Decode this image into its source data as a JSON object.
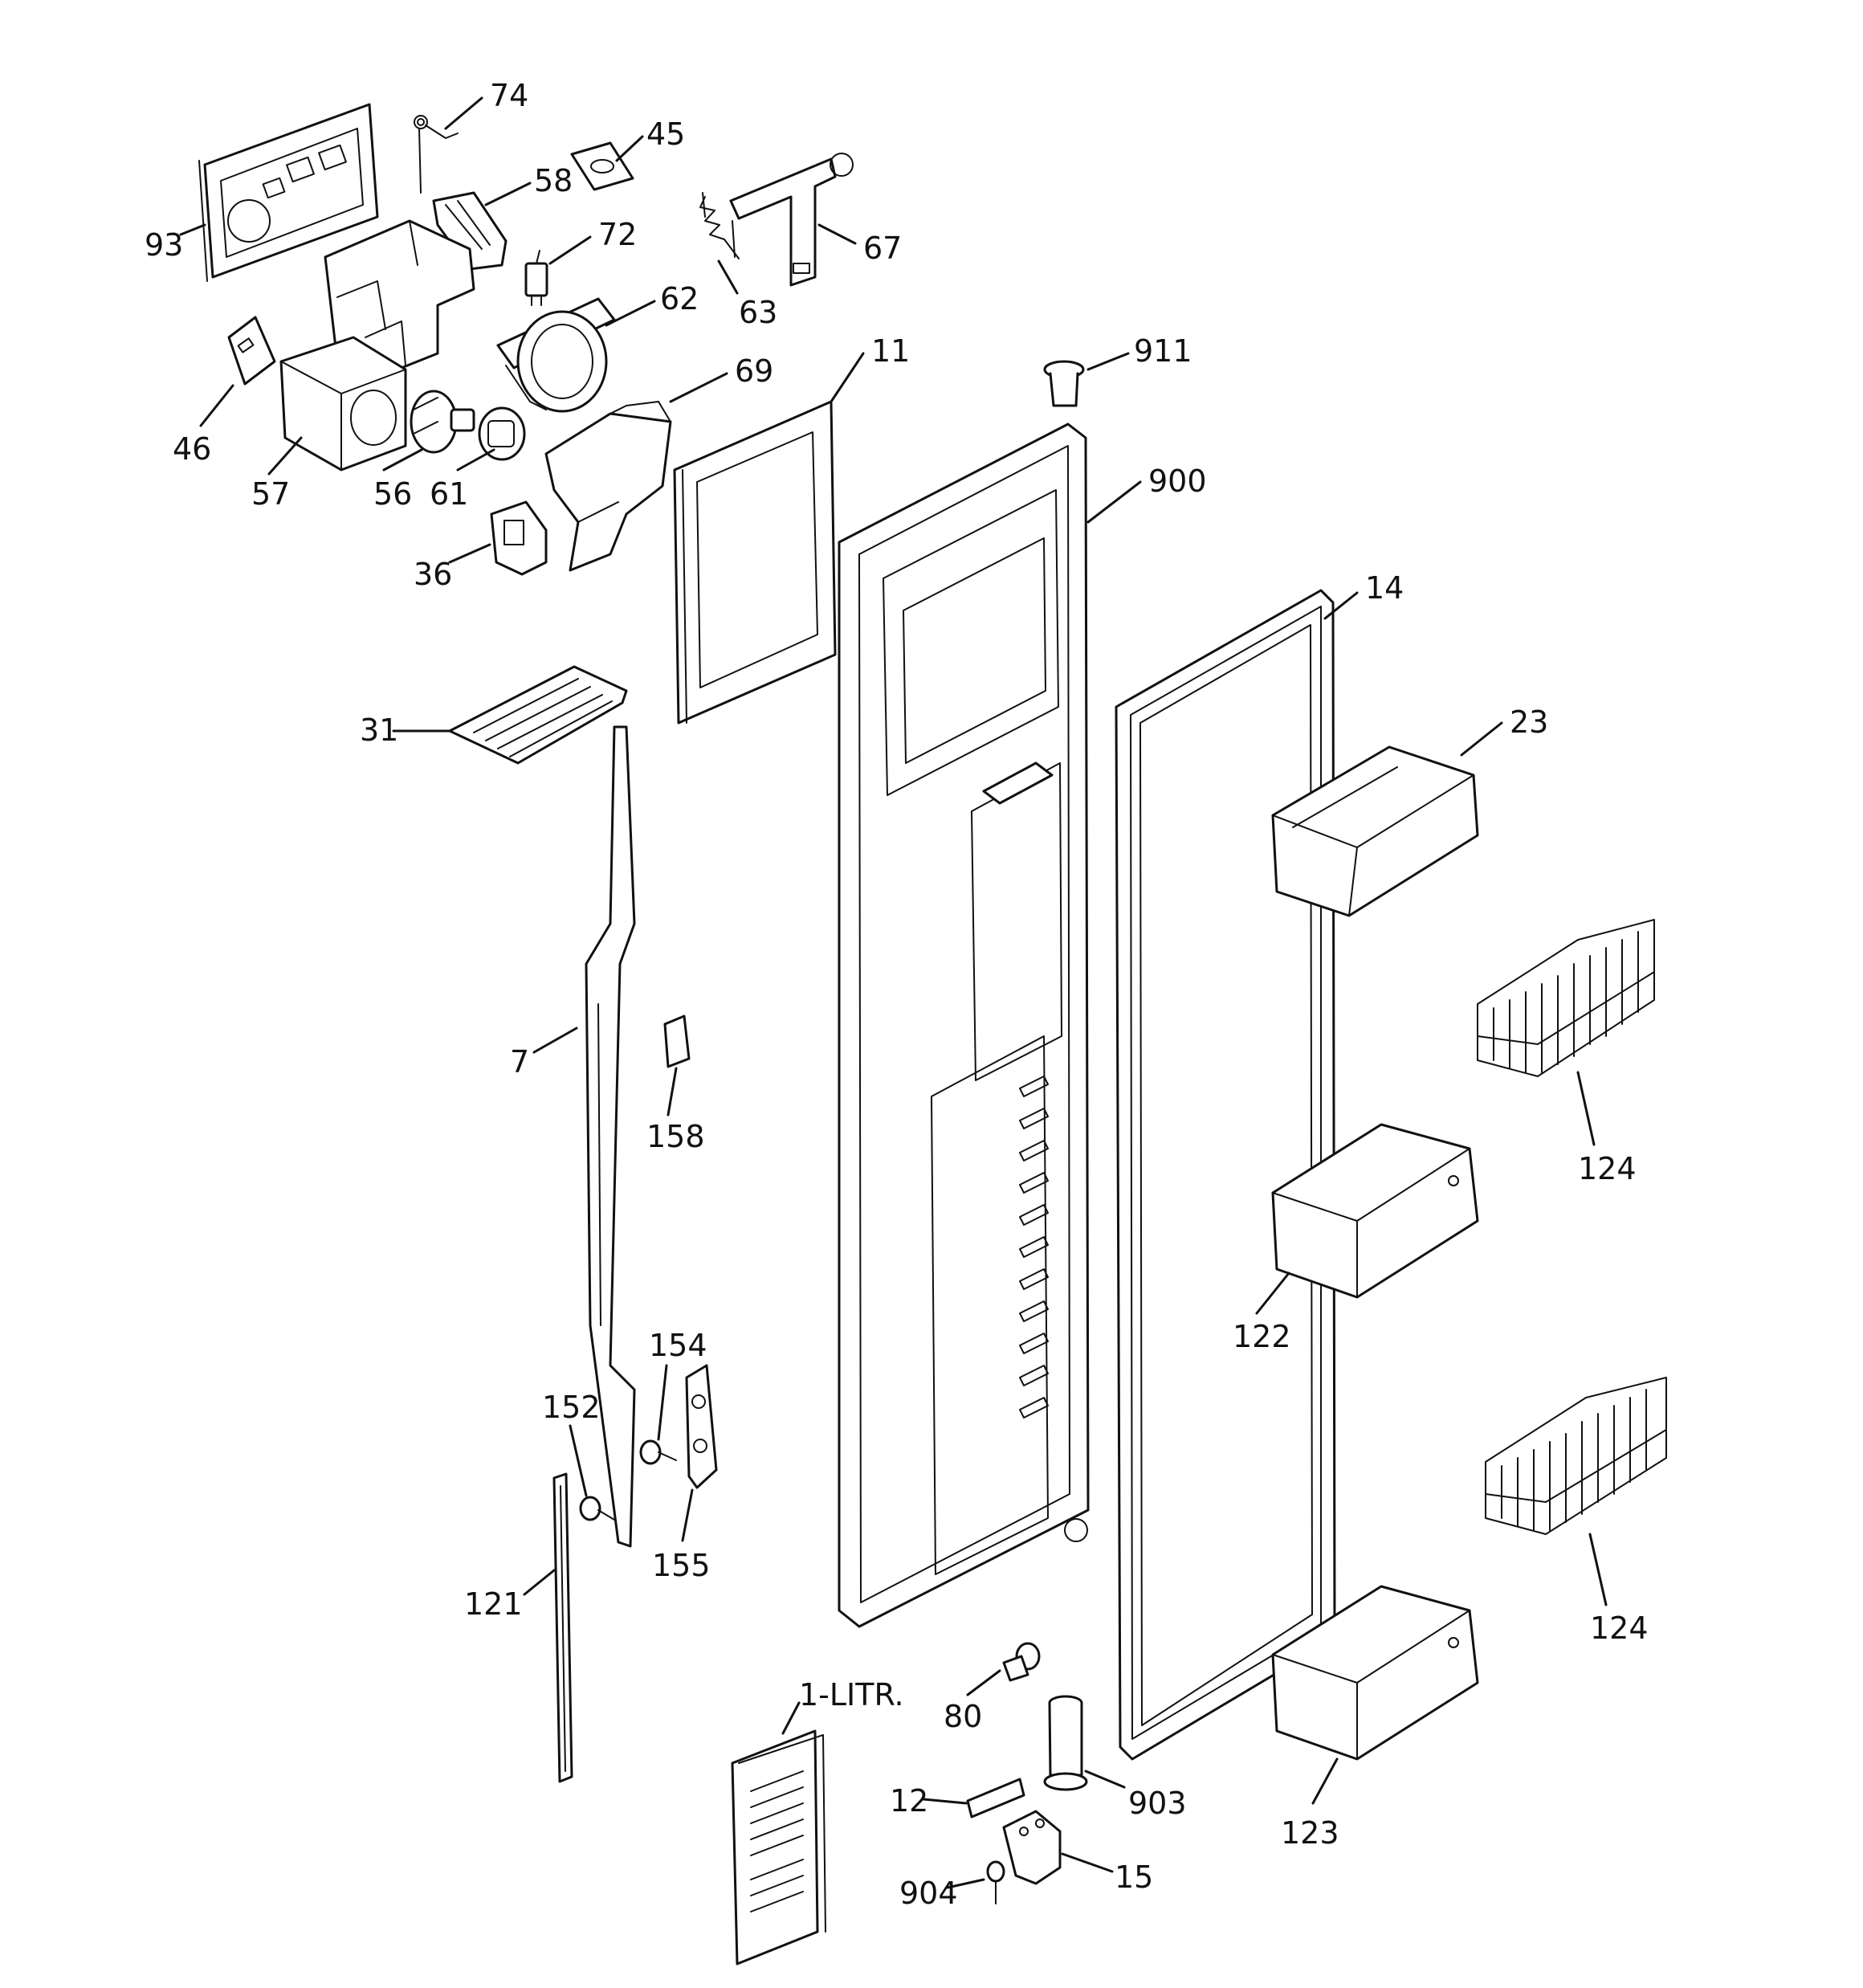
{
  "callouts": [
    {
      "id": "74",
      "text": "74"
    },
    {
      "id": "45",
      "text": "45"
    },
    {
      "id": "58",
      "text": "58"
    },
    {
      "id": "93",
      "text": "93"
    },
    {
      "id": "72",
      "text": "72"
    },
    {
      "id": "67",
      "text": "67"
    },
    {
      "id": "63",
      "text": "63"
    },
    {
      "id": "62",
      "text": "62"
    },
    {
      "id": "11",
      "text": "11"
    },
    {
      "id": "911",
      "text": "911"
    },
    {
      "id": "69",
      "text": "69"
    },
    {
      "id": "46",
      "text": "46"
    },
    {
      "id": "57",
      "text": "57"
    },
    {
      "id": "56",
      "text": "56"
    },
    {
      "id": "61",
      "text": "61"
    },
    {
      "id": "900",
      "text": "900"
    },
    {
      "id": "36",
      "text": "36"
    },
    {
      "id": "14",
      "text": "14"
    },
    {
      "id": "23",
      "text": "23"
    },
    {
      "id": "31",
      "text": "31"
    },
    {
      "id": "7",
      "text": "7"
    },
    {
      "id": "158",
      "text": "158"
    },
    {
      "id": "124a",
      "text": "124"
    },
    {
      "id": "122",
      "text": "122"
    },
    {
      "id": "154",
      "text": "154"
    },
    {
      "id": "152",
      "text": "152"
    },
    {
      "id": "155",
      "text": "155"
    },
    {
      "id": "124b",
      "text": "124"
    },
    {
      "id": "121",
      "text": "121"
    },
    {
      "id": "1-litr",
      "text": "1-LITR."
    },
    {
      "id": "80",
      "text": "80"
    },
    {
      "id": "12",
      "text": "12"
    },
    {
      "id": "903",
      "text": "903"
    },
    {
      "id": "123",
      "text": "123"
    },
    {
      "id": "904",
      "text": "904"
    },
    {
      "id": "15",
      "text": "15"
    }
  ]
}
